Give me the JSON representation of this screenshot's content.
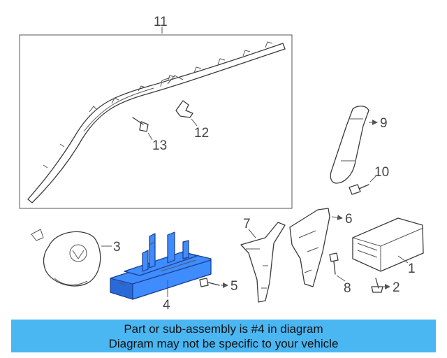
{
  "callouts": {
    "c1": "1",
    "c2": "2",
    "c3": "3",
    "c4": "4",
    "c5": "5",
    "c6": "6",
    "c7": "7",
    "c8": "8",
    "c9": "9",
    "c10": "10",
    "c11": "11",
    "c12": "12",
    "c13": "13"
  },
  "highlight_color": "#3f8cff",
  "caption": {
    "background": "#4ab6f2",
    "line1": "Part or sub-assembly is #4 in diagram",
    "line2": "Diagram may not be specific to your vehicle"
  }
}
